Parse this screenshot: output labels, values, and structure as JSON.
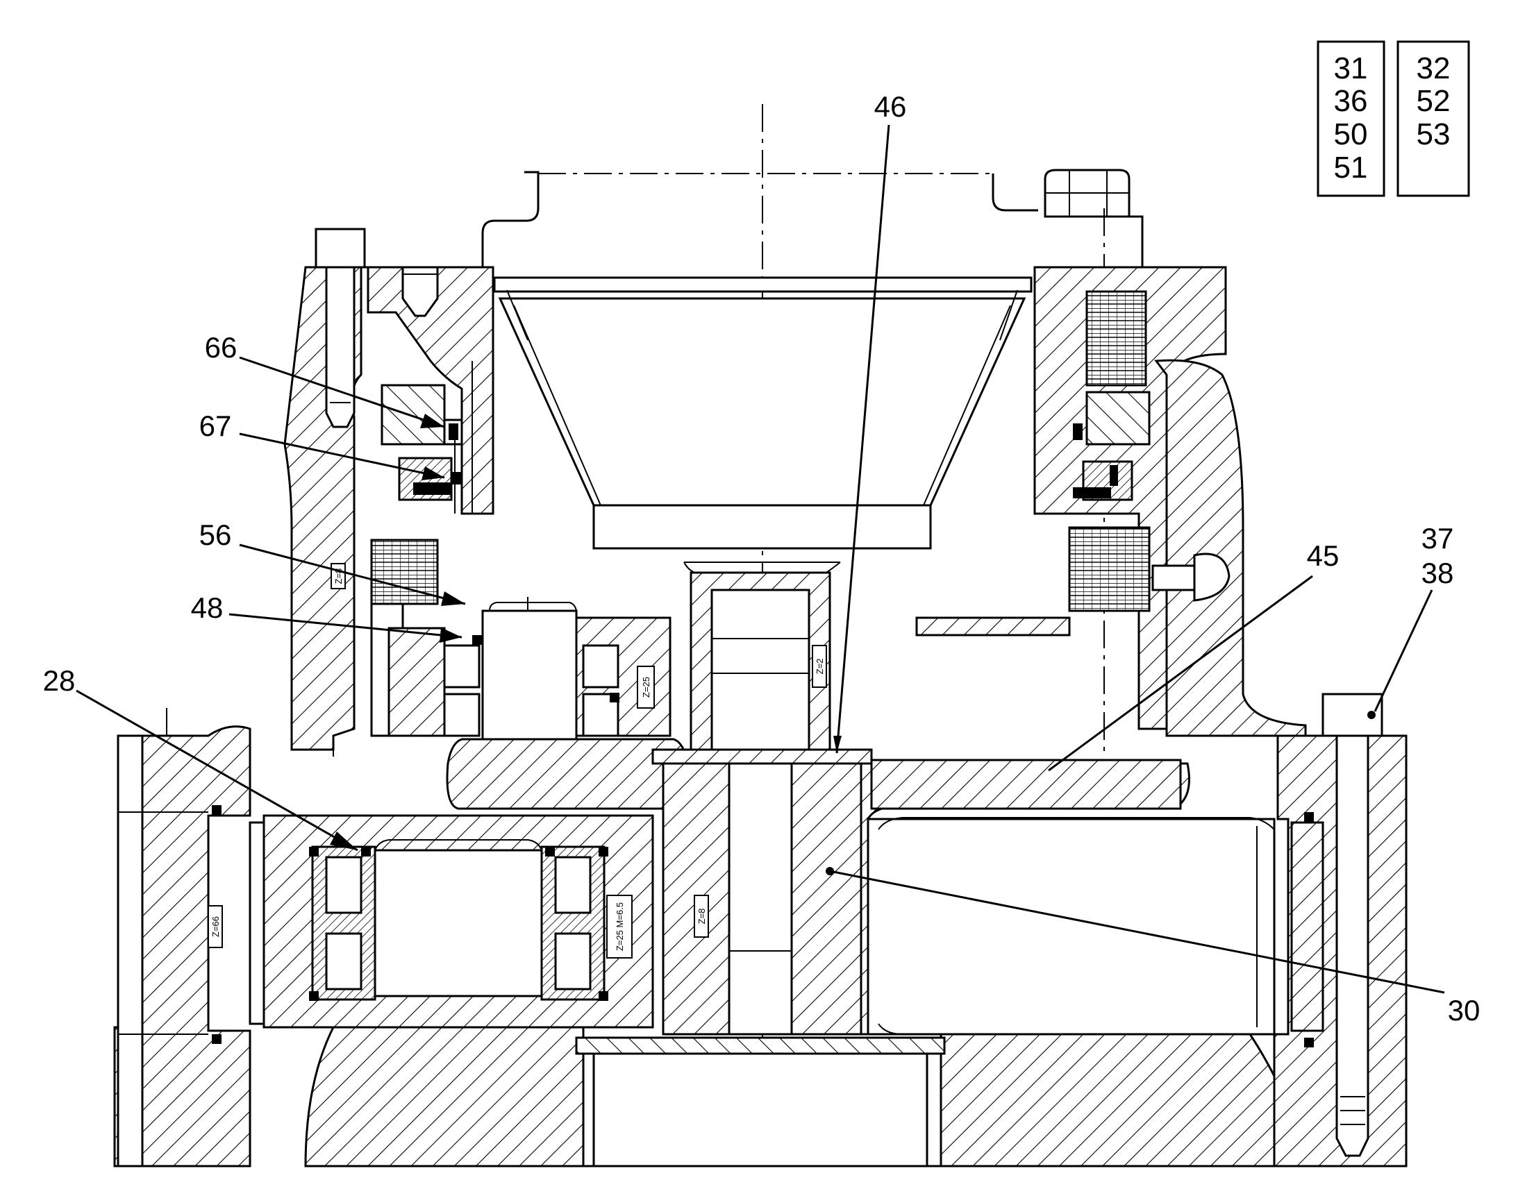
{
  "reference_boxes": [
    {
      "numbers": [
        "31",
        "36",
        "50",
        "51"
      ]
    },
    {
      "numbers": [
        "32",
        "52",
        "53"
      ]
    }
  ],
  "callouts": [
    {
      "label": "46"
    },
    {
      "label": "66"
    },
    {
      "label": "67"
    },
    {
      "label": "56"
    },
    {
      "label": "48"
    },
    {
      "label": "28"
    },
    {
      "label": "45"
    },
    {
      "label": "37"
    },
    {
      "label": "38"
    },
    {
      "label": "30"
    }
  ],
  "tags": [
    {
      "text": "Z=2"
    },
    {
      "text": "Z=25"
    },
    {
      "text": "Z=8"
    },
    {
      "text": "Z=8"
    },
    {
      "text": "Z=25 M=6.5"
    },
    {
      "text": "Z=66"
    }
  ],
  "colors": {
    "ink": "#000000",
    "paper": "#ffffff"
  }
}
